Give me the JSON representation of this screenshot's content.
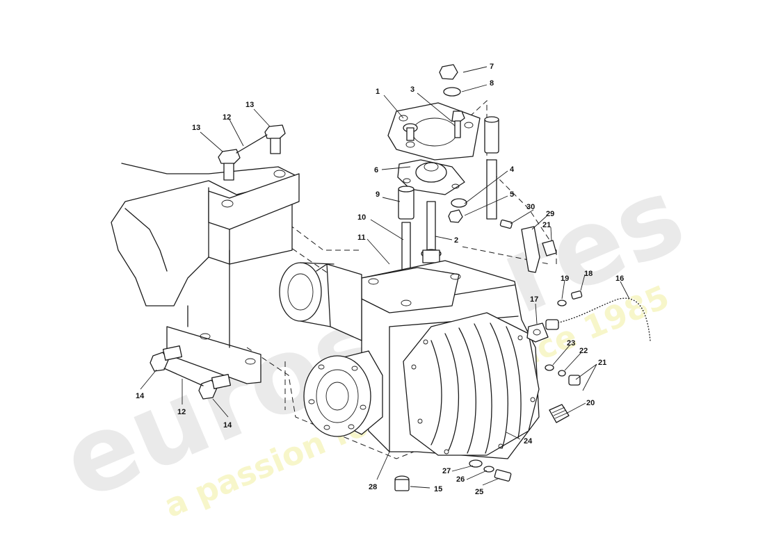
{
  "watermark": {
    "brand": "eurospares",
    "tagline": "a passion for parts since 1985",
    "brand_color": "#d9d9d9",
    "tagline_color": "#f2f0a0"
  },
  "callouts": [
    "1",
    "2",
    "3",
    "4",
    "5",
    "6",
    "7",
    "8",
    "9",
    "10",
    "11",
    "12",
    "12",
    "13",
    "13",
    "14",
    "14",
    "15",
    "16",
    "17",
    "18",
    "19",
    "20",
    "21",
    "21",
    "22",
    "23",
    "24",
    "25",
    "26",
    "27",
    "28",
    "29",
    "30"
  ]
}
